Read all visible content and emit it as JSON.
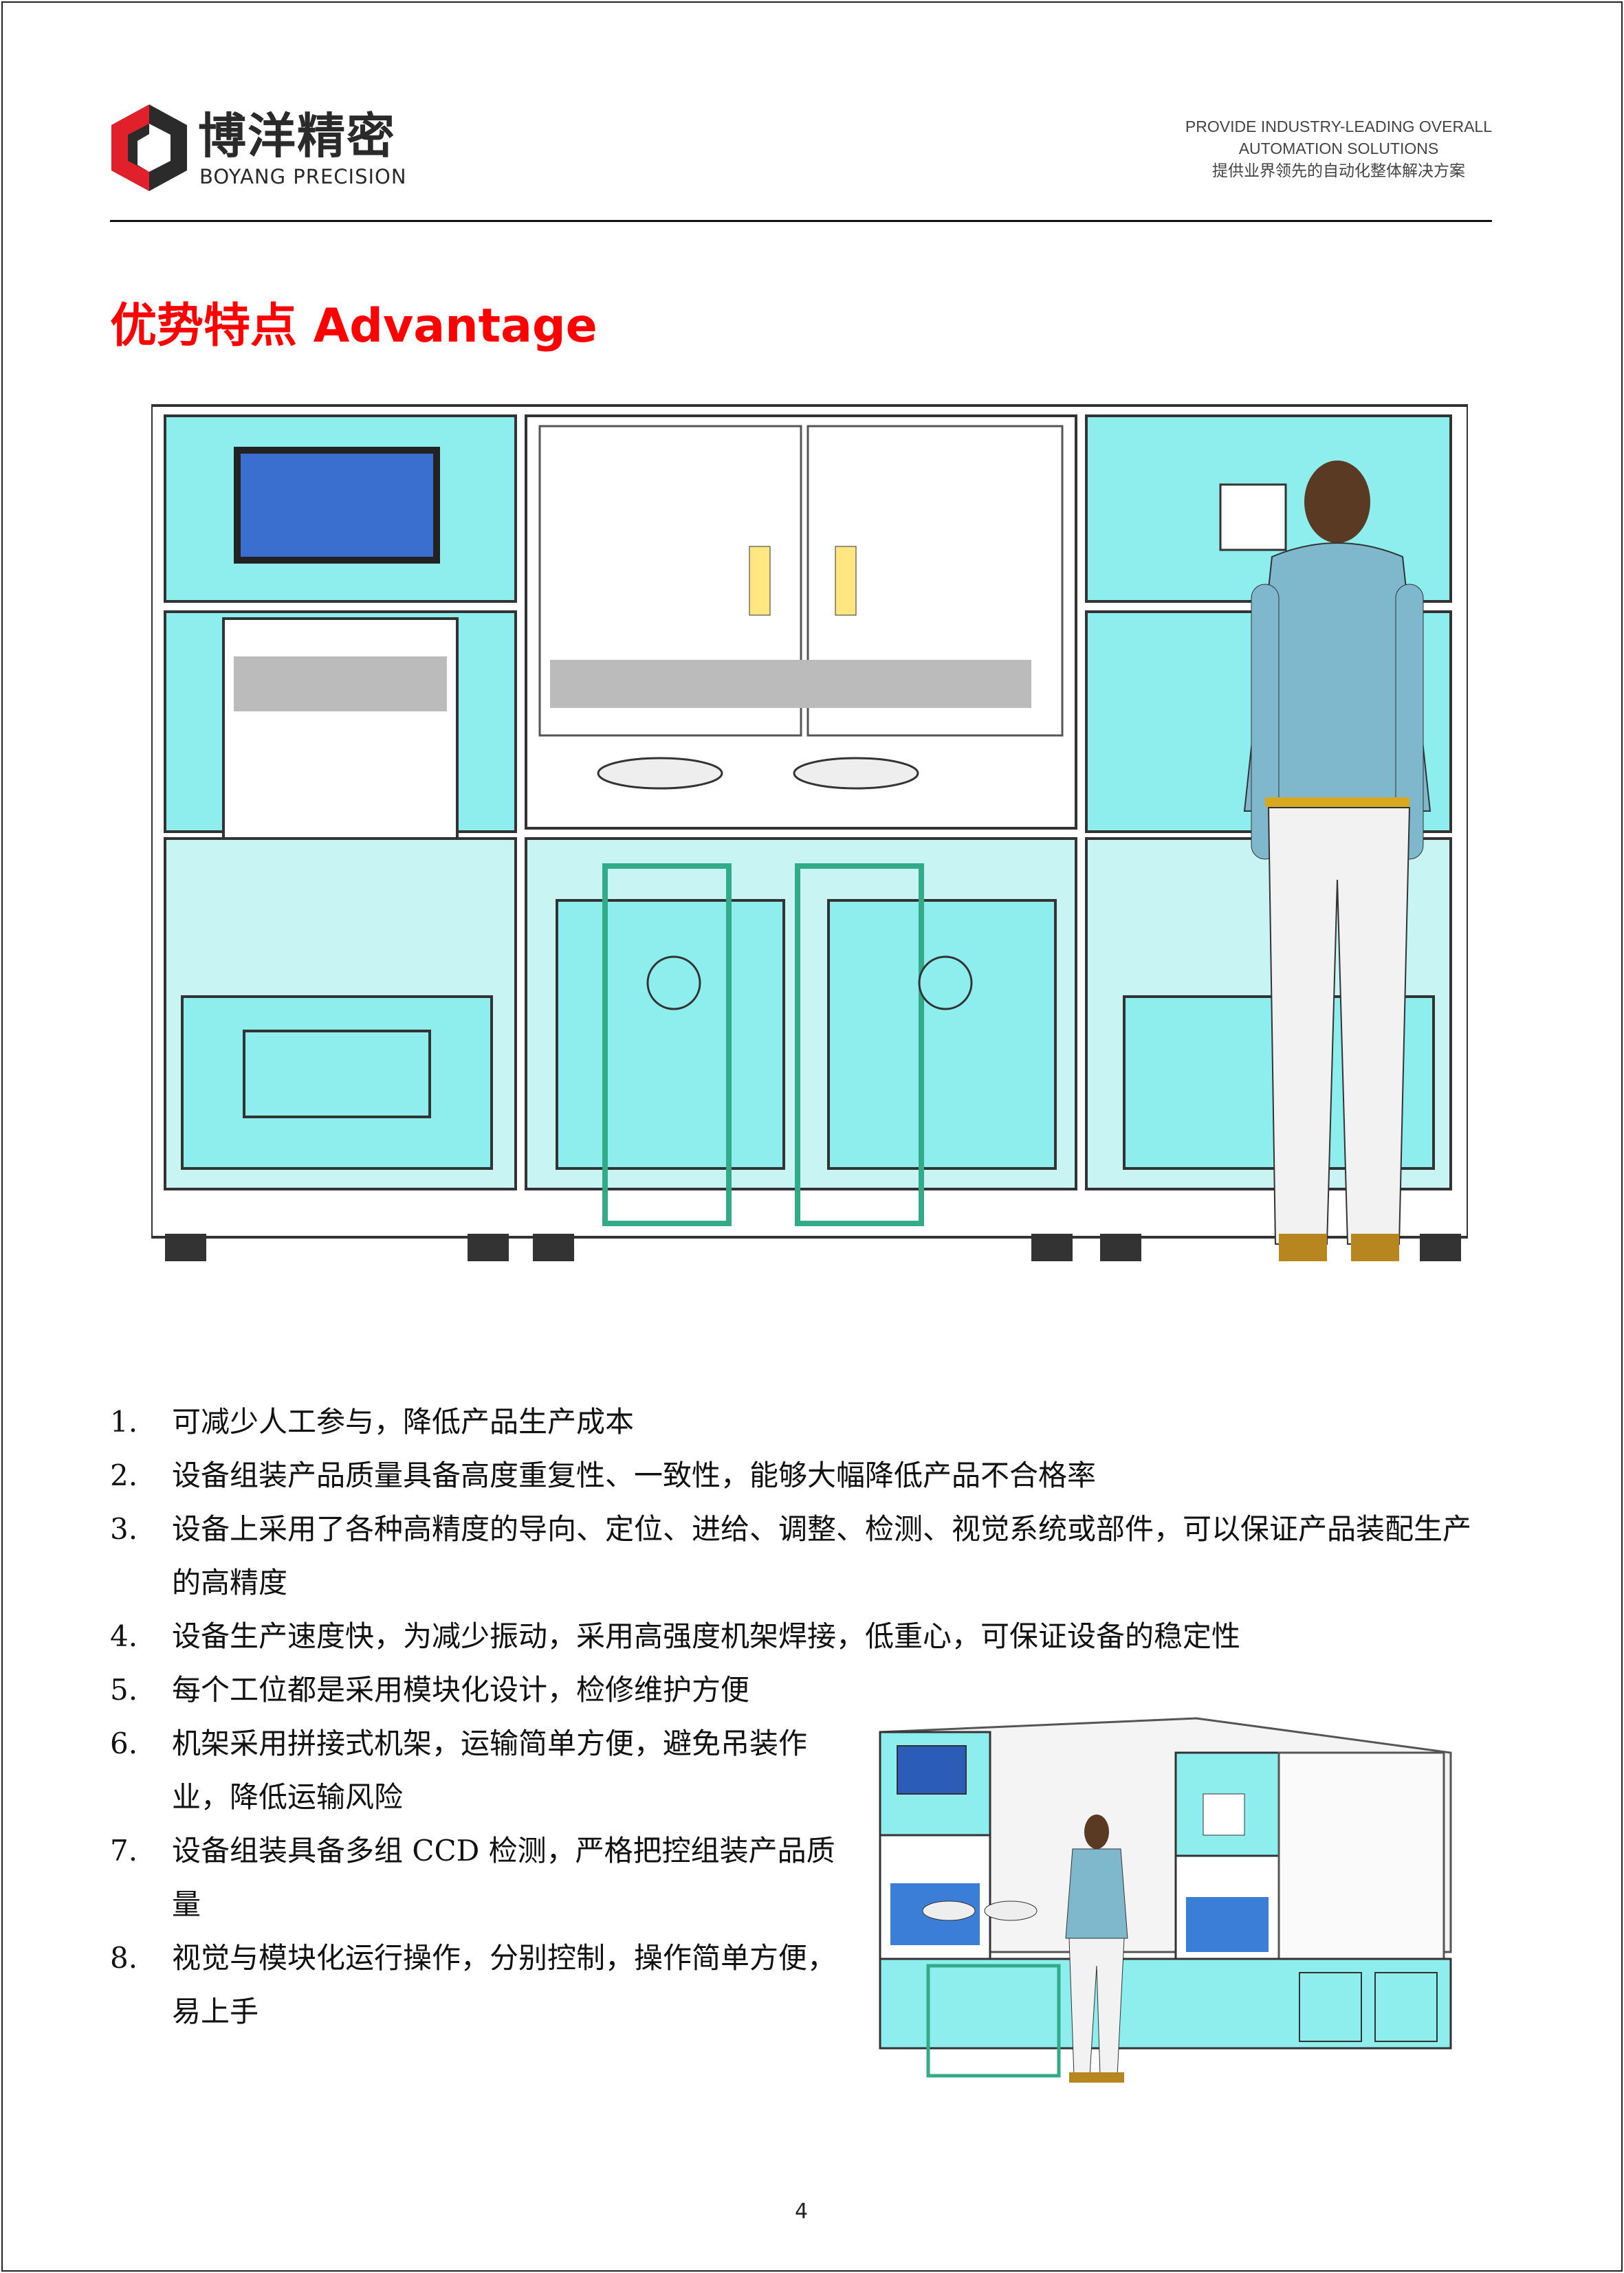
{
  "header": {
    "logo_cn": "博洋精密",
    "logo_en": "BOYANG PRECISION",
    "slogan_line1": "PROVIDE INDUSTRY-LEADING OVERALL",
    "slogan_line2": "AUTOMATION SOLUTIONS",
    "slogan_line3": "提供业界领先的自动化整体解决方案",
    "brand_color": "#e0202a"
  },
  "section": {
    "title": "优势特点 Advantage",
    "title_color": "#ff0000"
  },
  "advantages": [
    {
      "num": "1.",
      "text": "可减少人工参与，降低产品生产成本"
    },
    {
      "num": "2.",
      "text": "设备组装产品质量具备高度重复性、一致性，能够大幅降低产品不合格率"
    },
    {
      "num": "3.",
      "text": "设备上采用了各种高精度的导向、定位、进给、调整、检测、视觉系统或部件，可以保证产品装配生产的高精度"
    },
    {
      "num": "4.",
      "text": "设备生产速度快，为减少振动，采用高强度机架焊接，低重心，可保证设备的稳定性"
    },
    {
      "num": "5.",
      "text": "每个工位都是采用模块化设计，检修维护方便"
    },
    {
      "num": "6.",
      "text": "机架采用拼接式机架，运输简单方便，避免吊装作业，降低运输风险"
    },
    {
      "num": "7.",
      "text": "设备组装具备多组 CCD 检测，严格把控组装产品质量"
    },
    {
      "num": "8.",
      "text": "视觉与模块化运行操作，分别控制，操作简单方便，易上手"
    }
  ],
  "page_number": "4"
}
